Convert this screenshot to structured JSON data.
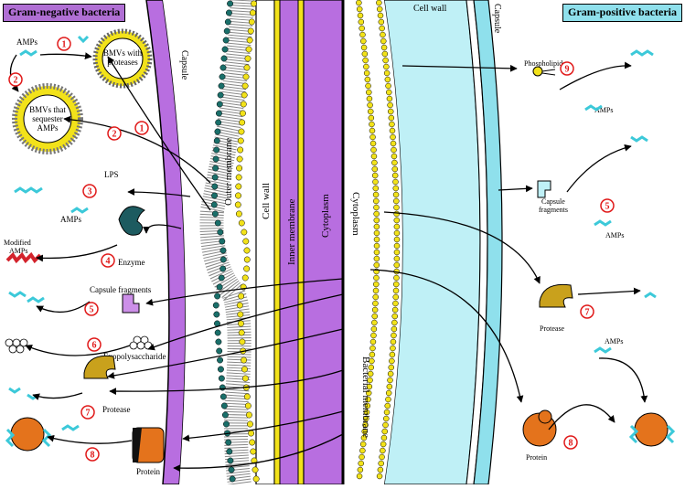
{
  "headers": {
    "negative": "Gram-negative bacteria",
    "positive": "Gram-positive bacteria"
  },
  "layers": {
    "capsule_left": "Capsule",
    "outer_membrane": "Outer membrane",
    "cell_wall_left": "Cell wall",
    "inner_membrane": "Inner membrane",
    "cytoplasm_left": "Cytoplasm",
    "cytoplasm_right": "Cytoplasm",
    "bacterial_membrane": "Bacterial membrane",
    "cell_wall_right": "Cell wall",
    "capsule_right": "Capsule"
  },
  "labels": {
    "amps_top": "AMPs",
    "bmv_proteases_1": "BMVs with",
    "bmv_proteases_2": "proteases",
    "bmv_seq_1": "BMVs that",
    "bmv_seq_2": "sequester",
    "bmv_seq_3": "AMPs",
    "lps": "LPS",
    "amps_lps": "AMPs",
    "modified_1": "Modified",
    "modified_2": "AMPs",
    "enzyme": "Enzyme",
    "capsule_fragments_left": "Capsule fragments",
    "exopolysaccharide": "Exopolysaccharide",
    "protease_left": "Protease",
    "protein_left": "Protein",
    "phospholipids": "Phospholipids",
    "amps_right_1": "AMPs",
    "capsule_frag_1": "Capsule",
    "capsule_frag_2": "fragments",
    "amps_right_2": "AMPs",
    "protease_right": "Protease",
    "amps_right_3": "AMPs",
    "protein_right": "Protein"
  },
  "numbers": {
    "n1a": "1",
    "n1b": "1",
    "n2a": "2",
    "n2b": "2",
    "n3": "3",
    "n4": "4",
    "n5l": "5",
    "n6": "6",
    "n7l": "7",
    "n8l": "8",
    "n9": "9",
    "n5r": "5",
    "n7r": "7",
    "n8r": "8"
  },
  "colors": {
    "capsule_neg": "#b86ee0",
    "capsule_pos": "#8fe0ec",
    "cell_wall_pos": "#bff0f6",
    "lipid_head_yellow": "#f2e21a",
    "lipid_head_teal": "#1a6f6a",
    "amp_cyan": "#3cc9d9",
    "modified_red": "#d3232c",
    "badge_red": "#e01919",
    "enzyme_teal": "#1d5b60",
    "protease_gold": "#c9a11c",
    "protein_orange": "#e4731c",
    "capsule_fragment": "#cc8fe8"
  },
  "icons": [
    "bmv-vesicle-icon",
    "amp-peptide-icon",
    "lps-molecule-icon",
    "enzyme-icon",
    "protease-icon",
    "protein-icon",
    "capsule-fragment-icon",
    "exopolysaccharide-icon",
    "phospholipid-icon"
  ]
}
